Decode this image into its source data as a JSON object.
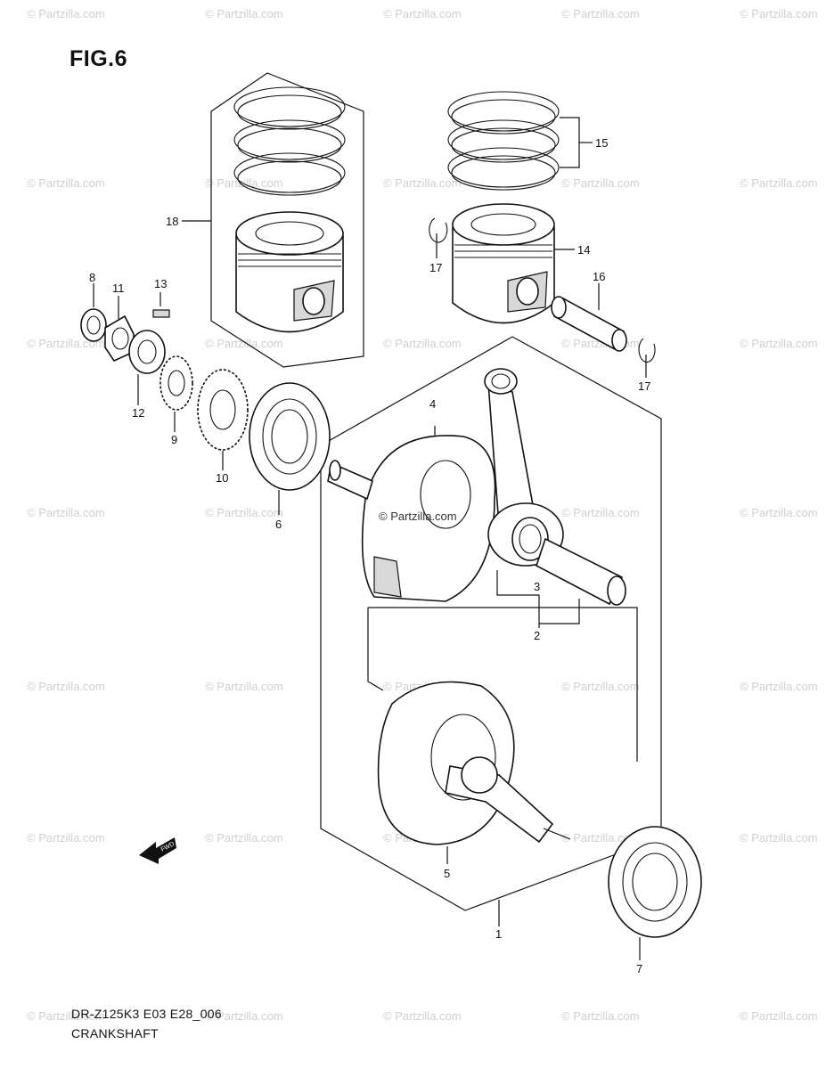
{
  "figure": {
    "title": "FIG.6"
  },
  "footer": {
    "model_code": "DR-Z125K3 E03 E28_006",
    "section_name": "CRANKSHAFT"
  },
  "watermark": {
    "text": "© Partzilla.com",
    "color": "#cfcfcf"
  },
  "fwd_arrow": {
    "label": "FWD",
    "icon": "forward-arrow-icon"
  },
  "callouts": {
    "c1": "1",
    "c2": "2",
    "c3": "3",
    "c4": "4",
    "c5": "5",
    "c6": "6",
    "c7": "7",
    "c8": "8",
    "c9": "9",
    "c10": "10",
    "c11": "11",
    "c12": "12",
    "c13": "13",
    "c14": "14",
    "c15": "15",
    "c16": "16",
    "c17a": "17",
    "c17b": "17",
    "c18": "18"
  }
}
